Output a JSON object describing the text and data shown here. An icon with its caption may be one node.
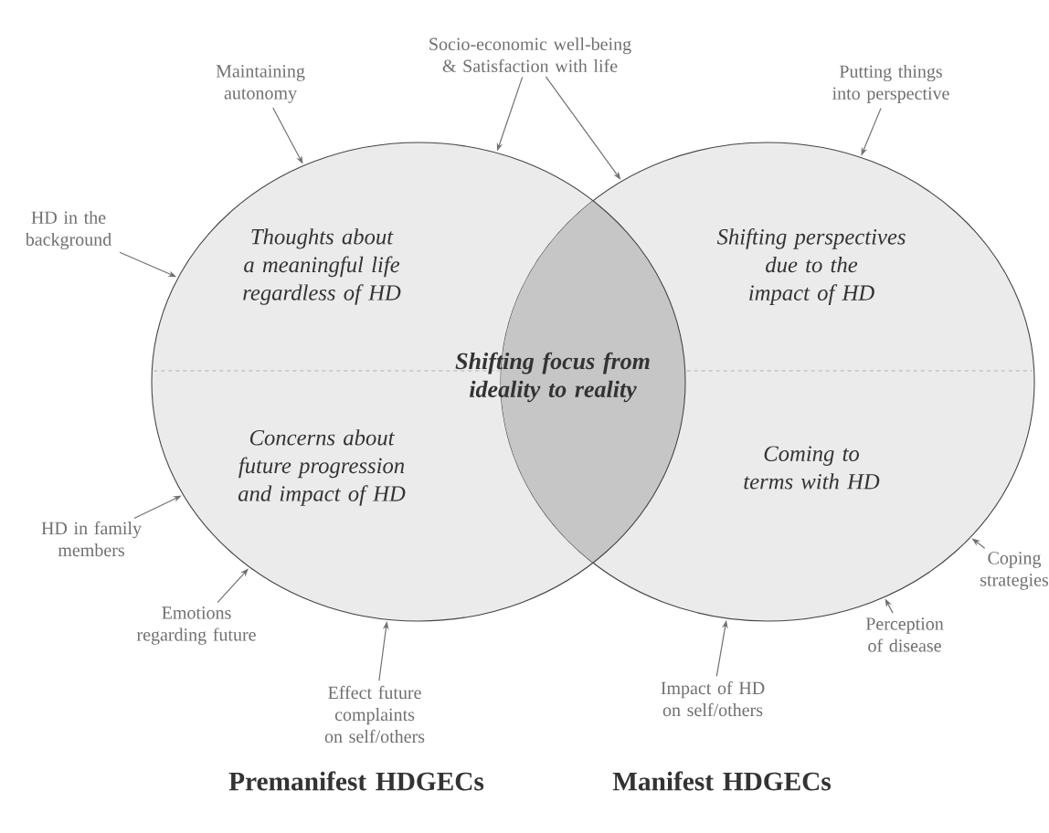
{
  "diagram": {
    "nodes": [
      {
        "text": [
          "Thoughts about a meaningful life regardless of HD",
          "Concerns about future progression and impact of HD"
        ]
      },
      {
        "text": [
          "Shifting perspectives due to the impact of HD",
          "Coming to terms with HD"
        ]
      },
      {
        "text": [
          "Maintaining autonomy"
        ]
      },
      {
        "text": [
          "Socio-economic well-being & Satisfaction with life"
        ]
      },
      {
        "text": [
          "Putting things into perspective"
        ]
      },
      {
        "text": [
          "HD in the background"
        ]
      },
      {
        "text": [
          "HD in family members"
        ]
      },
      {
        "text": [
          "Emotions regarding future"
        ]
      },
      {
        "text": [
          "Effect future complaints on self/others"
        ]
      },
      {
        "text": [
          "Impact of HD on self/others"
        ]
      },
      {
        "text": [
          "Perception of disease"
        ]
      },
      {
        "text": [
          "Coping strategies"
        ]
      }
    ],
    "edges": [
      {
        "from": 2,
        "to": 0,
        "arrow": "to"
      },
      {
        "from": 3,
        "to": 0,
        "arrow": "to"
      },
      {
        "from": 3,
        "to": 1,
        "arrow": "to"
      },
      {
        "from": 4,
        "to": 1,
        "arrow": "to"
      },
      {
        "from": 5,
        "to": 0,
        "arrow": "to"
      },
      {
        "from": 6,
        "to": 0,
        "arrow": "to"
      },
      {
        "from": 7,
        "to": 0,
        "arrow": "to"
      },
      {
        "from": 8,
        "to": 0,
        "arrow": "to"
      },
      {
        "from": 9,
        "to": 1,
        "arrow": "to"
      },
      {
        "from": 10,
        "to": 1,
        "arrow": "to"
      },
      {
        "from": 11,
        "to": 1,
        "arrow": "to"
      }
    ],
    "labels": [
      "Shifting focus from ideality to reality",
      "Premanifest HDGECs",
      "Manifest HDGECs"
    ]
  }
}
